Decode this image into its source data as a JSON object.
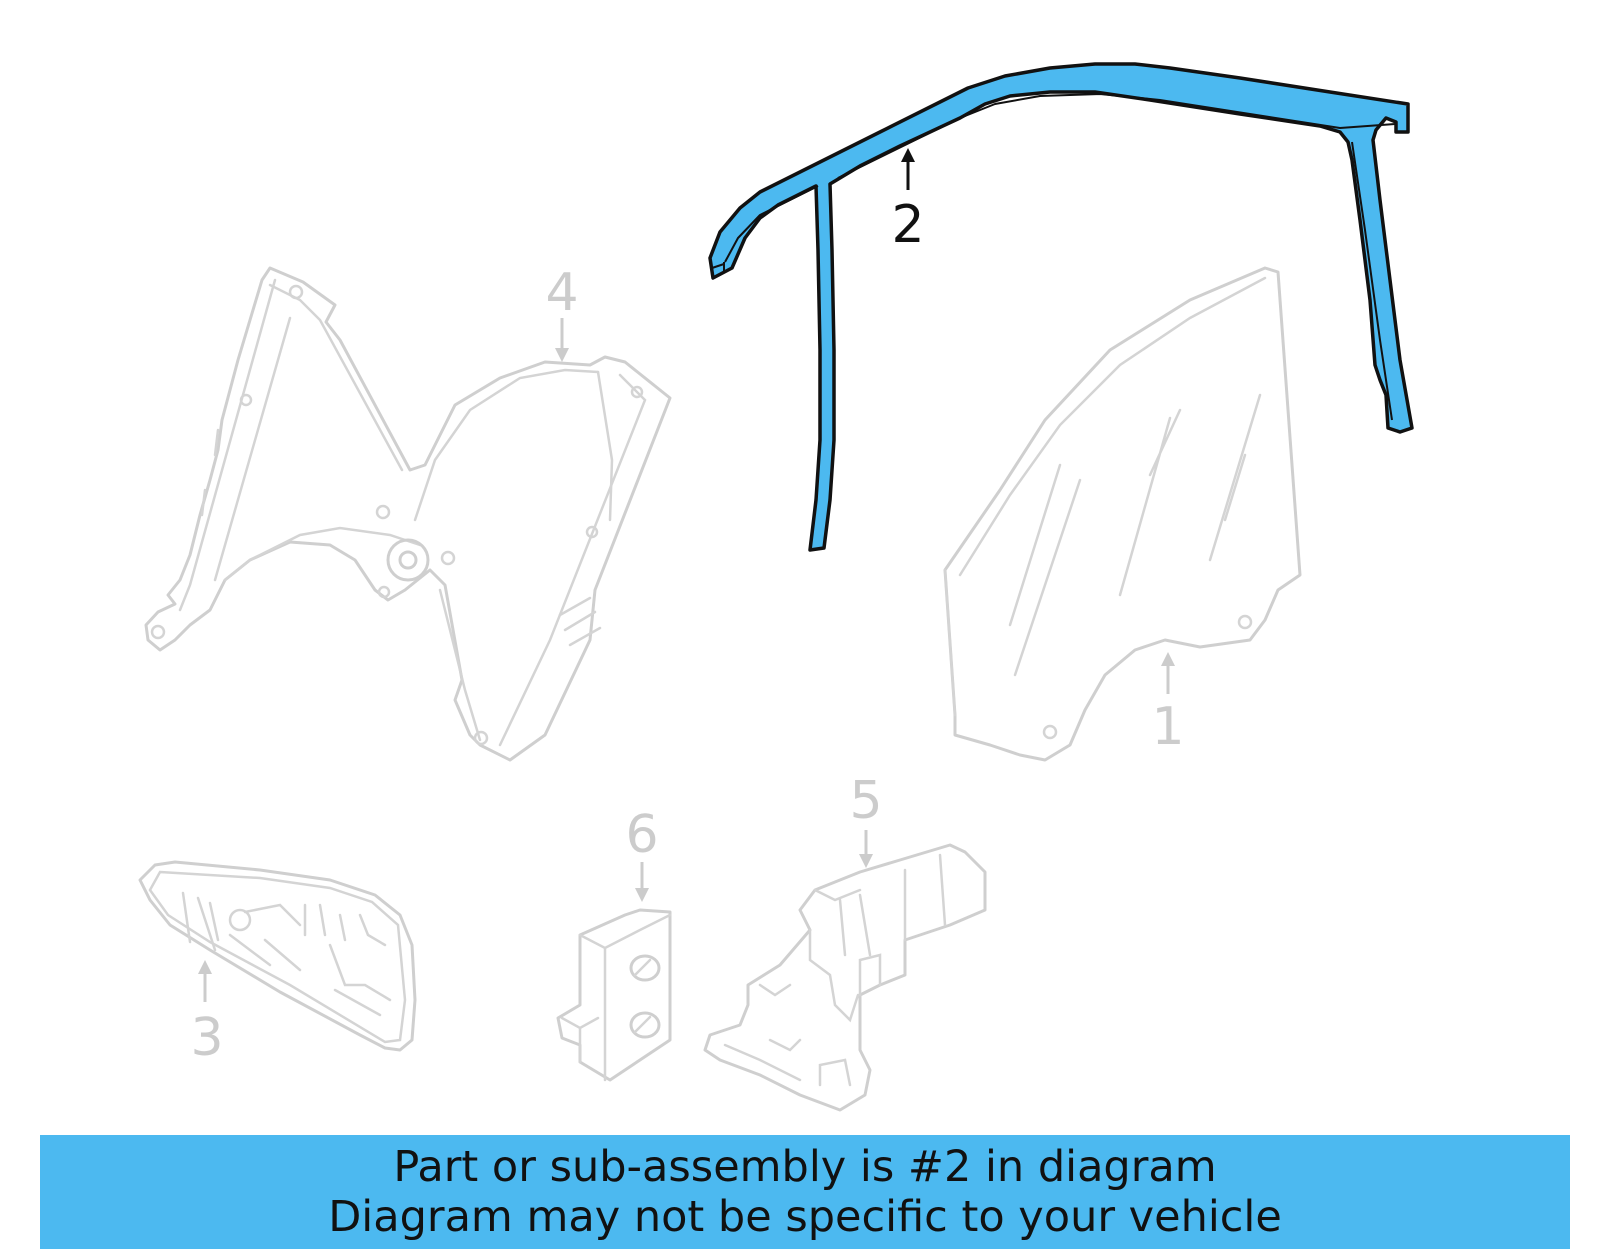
{
  "diagram": {
    "callouts": {
      "c1": "1",
      "c2": "2",
      "c3": "3",
      "c4": "4",
      "c5": "5",
      "c6": "6"
    },
    "highlight_part": "2",
    "colors": {
      "highlight": "#4cb9f0",
      "ghost": "#cfcfcf",
      "banner": "#4cb9f0"
    }
  },
  "banner": {
    "line1": "Part or sub-assembly is #2 in diagram",
    "line2": "Diagram may not be specific to your vehicle"
  }
}
